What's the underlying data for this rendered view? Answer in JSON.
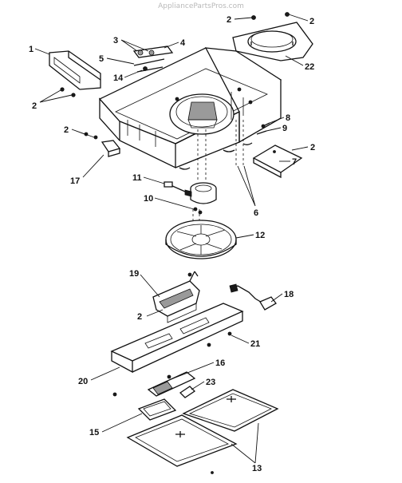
{
  "watermark": "AppliancePartsPros.com",
  "callouts": [
    {
      "id": "c1",
      "text": "1"
    },
    {
      "id": "c2a",
      "text": "2"
    },
    {
      "id": "c2b",
      "text": "2"
    },
    {
      "id": "c2c",
      "text": "2"
    },
    {
      "id": "c2d",
      "text": "2"
    },
    {
      "id": "c2e",
      "text": "2"
    },
    {
      "id": "c2f",
      "text": "2"
    },
    {
      "id": "c3",
      "text": "3"
    },
    {
      "id": "c4",
      "text": "4"
    },
    {
      "id": "c5",
      "text": "5"
    },
    {
      "id": "c6",
      "text": "6"
    },
    {
      "id": "c7",
      "text": "7"
    },
    {
      "id": "c8",
      "text": "8"
    },
    {
      "id": "c9",
      "text": "9"
    },
    {
      "id": "c10",
      "text": "10"
    },
    {
      "id": "c11",
      "text": "11"
    },
    {
      "id": "c12",
      "text": "12"
    },
    {
      "id": "c13",
      "text": "13"
    },
    {
      "id": "c14",
      "text": "14"
    },
    {
      "id": "c15",
      "text": "15"
    },
    {
      "id": "c16",
      "text": "16"
    },
    {
      "id": "c17",
      "text": "17"
    },
    {
      "id": "c18",
      "text": "18"
    },
    {
      "id": "c19",
      "text": "19"
    },
    {
      "id": "c20",
      "text": "20"
    },
    {
      "id": "c21",
      "text": "21"
    },
    {
      "id": "c22",
      "text": "22"
    },
    {
      "id": "c23",
      "text": "23"
    }
  ]
}
